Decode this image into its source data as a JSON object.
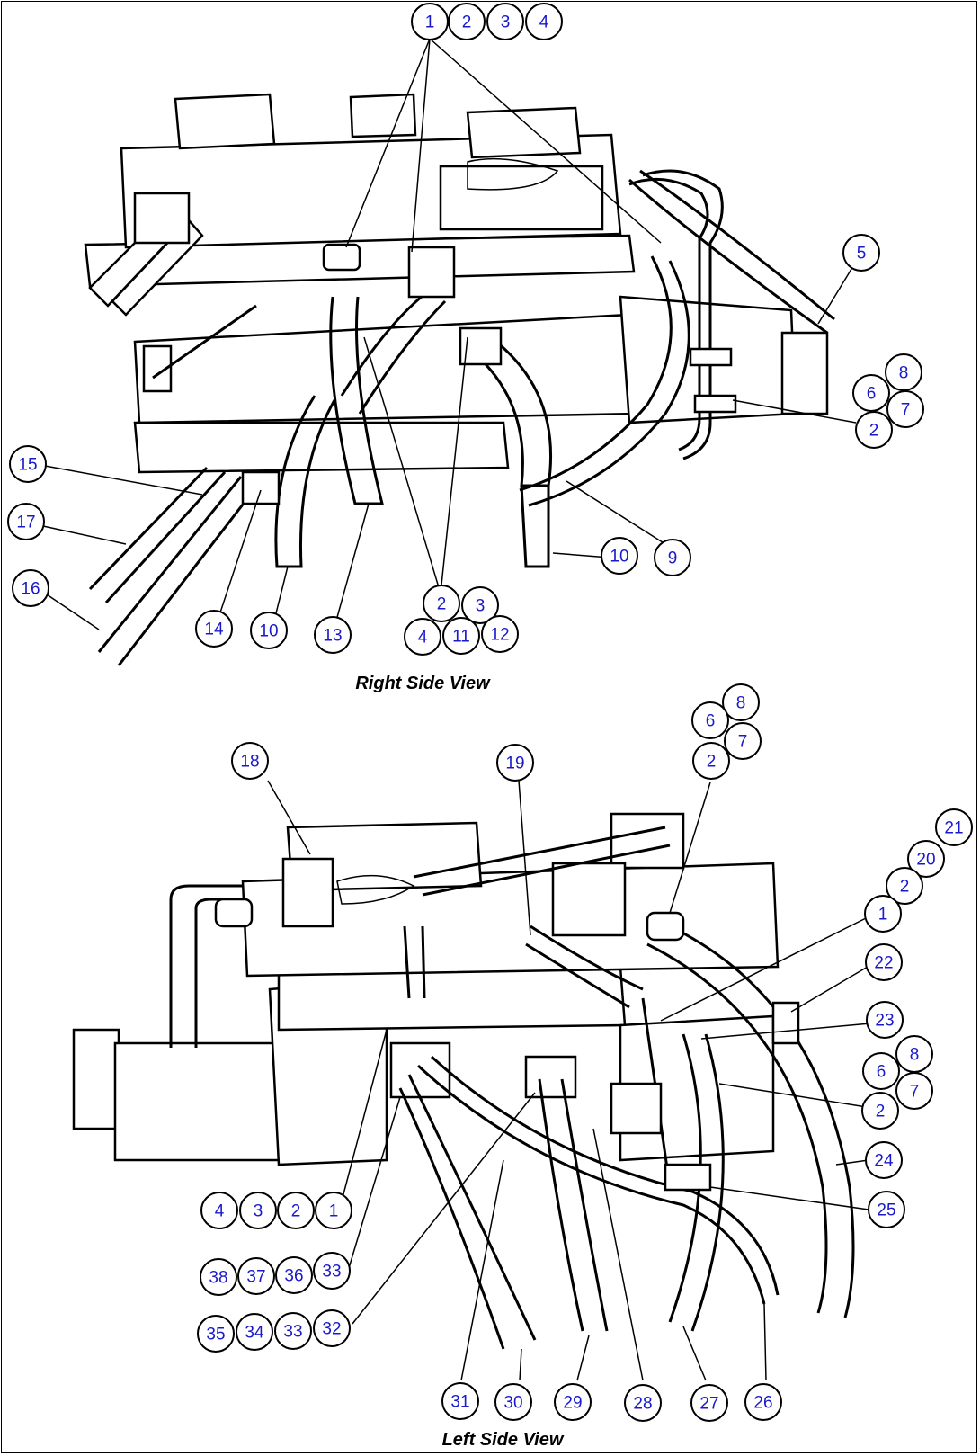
{
  "views": {
    "right": {
      "caption": "Right Side View",
      "balloons": [
        "1",
        "2",
        "3",
        "4",
        "5",
        "8",
        "6",
        "7",
        "2",
        "15",
        "17",
        "16",
        "14",
        "10",
        "13",
        "2",
        "3",
        "4",
        "11",
        "12",
        "10",
        "9"
      ]
    },
    "left": {
      "caption": "Left Side View",
      "balloons": [
        "8",
        "6",
        "7",
        "2",
        "18",
        "19",
        "21",
        "20",
        "2",
        "1",
        "22",
        "23",
        "8",
        "6",
        "7",
        "2",
        "24",
        "25",
        "4",
        "3",
        "2",
        "1",
        "38",
        "37",
        "36",
        "33",
        "35",
        "34",
        "33",
        "32",
        "31",
        "30",
        "29",
        "28",
        "27",
        "26"
      ]
    }
  },
  "colors": {
    "balloon_text": "#1a1acc",
    "line": "#000000",
    "background": "#ffffff"
  }
}
